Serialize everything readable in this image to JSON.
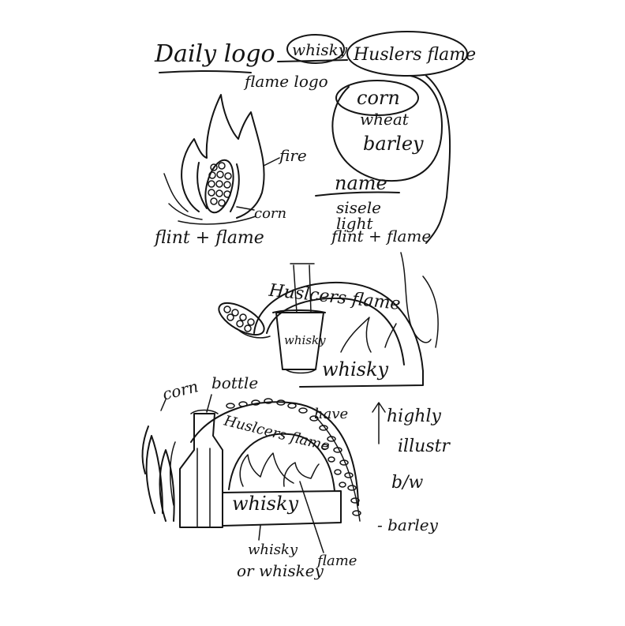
{
  "ink_color": "#141414",
  "paper_color": "#ffffff",
  "header": {
    "daily_logo": "Daily logo",
    "whisky_tag": "whisky",
    "brand_oval": "Huslers flame",
    "flame_logo": "flame logo"
  },
  "grains": [
    "corn",
    "wheat",
    "barley"
  ],
  "concept_one": {
    "fire_label": "fire",
    "corn_label": "corn",
    "caption": "flint + flame"
  },
  "name_ideas": {
    "heading": "name",
    "options": [
      "sisele",
      "light",
      "flint + flame"
    ]
  },
  "concept_two": {
    "arch_text": "Huslcers flame",
    "glass_text": "whisky",
    "base_text": "whisky"
  },
  "concept_three": {
    "corn_label": "corn",
    "bottle_label": "bottle",
    "grain_label": "have",
    "arch_text": "Huslcers flame",
    "base_text": "whisky",
    "note_one": "whisky",
    "note_two": "or whiskey",
    "note_three": "flame"
  },
  "side_notes": [
    "highly",
    "illustr",
    "b/w",
    "- barley"
  ]
}
